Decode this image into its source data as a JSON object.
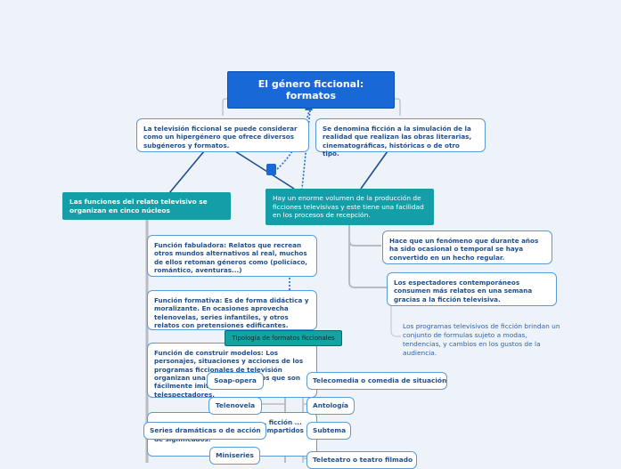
{
  "root": {
    "title": "El género ficcional: formatos"
  },
  "top_left": {
    "text": "La televisión ficcional se puede considerar como un hipergénero que ofrece diversos subgéneros y formatos."
  },
  "top_right": {
    "text": "Se denomina ficción a la simulación de la realidad que realizan las obras literarias, cinematográficas, históricas o de otro tipo."
  },
  "funciones": {
    "header": "Las funciones del relato televisivo se organizan en cinco núcleos",
    "items": [
      "Función fabuladora: Relatos que recrean otros mundos alternativos al real, muchos de ellos retoman géneros como (policíaco, romántico, aventuras...)",
      "Función formativa: Es de forma didáctica y moralizante. En ocasiones aprovecha telenovelas, series infantiles, y otros relatos con pretensiones edificantes.",
      "Función de construir modelos: Los personajes, situaciones y acciones de los programas ficcionales de televisión organizan una serie de modelos que son fácilmente imitados por los telespectadores.",
      "... ficción ... referencia social, elementos compartidos de significados."
    ]
  },
  "volumen": {
    "header": "Hay un enorme volumen de la producción de ficciones televisivas y este tiene una facilidad en los procesos de recepción.",
    "items": [
      "Hace que un fenómeno que durante años ha sido ocasional o temporal se haya convertido en un hecho regular.",
      "Los espectadores contemporáneos consumen más relatos en una semana gracias a la ficción televisiva."
    ],
    "note": "Los programas televisivos de ficción brindan un conjunto de formulas sujeto a modas, tendencias, y cambios en los gustos de la audiencia."
  },
  "tipologia": {
    "label": "Tipología de formatos ficcionales",
    "left": [
      "Soap-opera",
      "Telenovela",
      "Series dramáticas o de acción",
      "Miniseries"
    ],
    "right": [
      "Telecomedia o comedia de situación",
      "Antología",
      "Subtema",
      "Teleteatro o teatro filmado"
    ]
  },
  "colors": {
    "root": "#1868d8",
    "teal": "#149ea7",
    "box_border": "#5b9bd5",
    "box_text": "#1f4e8c",
    "background": "#eef3fa",
    "connector": "#1d4f8a",
    "trunk": "#b9bcc2"
  }
}
